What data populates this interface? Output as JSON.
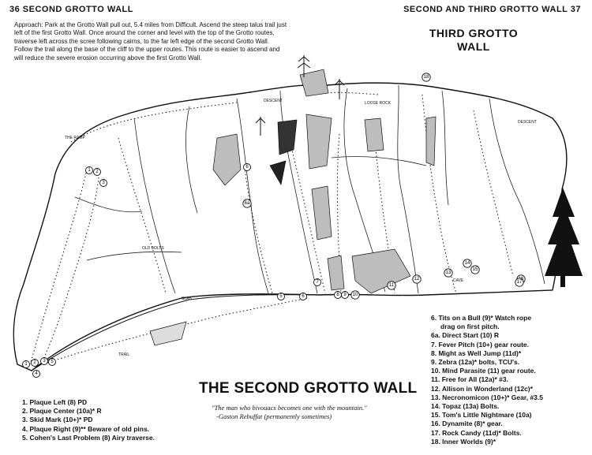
{
  "header": {
    "left": "36  SECOND GROTTO WALL",
    "right": "SECOND AND THIRD GROTTO WALL  37"
  },
  "approach": "Approach: Park at the Grotto Wall pull out, 5.4 miles from Difficult. Ascend the steep talus trail just left of the first Grotto Wall. Once around the corner and level with the top of the Grotto routes, traverse left across the scree following cairns, to the far left edge of the second Grotto Wall. Follow the trail along the base of the cliff to the upper routes. This route is easier to ascend and will reduce the severe erosion occurring above the first Grotto Wall.",
  "third_wall": {
    "line1": "THIRD GROTTO",
    "line2": "WALL"
  },
  "main_title": "THE SECOND GROTTO WALL",
  "quote": {
    "line1": "\"The man who bivouacs becomes one with the mountain.\"",
    "line2": "-Gaston Rebuffat (permanently sometimes)"
  },
  "map_labels": {
    "descent_left": "DESCENT",
    "descent_right": "DESCENT",
    "the_ramp": "THE RAMP",
    "old_bolts": "OLD BOLTS",
    "slab": "SLAB",
    "trail": "TRAIL",
    "cave": "CAVE",
    "loose_rock": "LOOSE ROCK"
  },
  "routes_left": [
    "1.  Plaque Left (8) PD",
    "2.  Plaque Center (10a)* R",
    "3.  Skid Mark (10+)* PD",
    "4.  Plaque Right (9)** Beware of old pins.",
    "5.  Cohen's Last Problem (8) Airy traverse."
  ],
  "routes_right": [
    "6.  Tits on a Bull (9)* Watch rope",
    "drag on first pitch.",
    "6a. Direct Start (10) R",
    "7.  Fever Pitch (10+) gear route.",
    "8.  Might as Well Jump (11d)*",
    "9.  Zebra (12a)* bolts, TCU's.",
    "10. Mind Parasite (11) gear route.",
    "11. Free for All (12a)* #3.",
    "12. Allison in Wonderland (12c)*",
    "13. Necronomicon (10+)*  Gear, #3.5",
    "14. Topaz (13a)  Bolts.",
    "15. Tom's Little Nightmare (10a)",
    "16. Dynamite (8)* gear.",
    "17. Rock Candy (11d)* Bolts.",
    "18. Inner Worlds (9)*"
  ],
  "markers": [
    "1",
    "2",
    "3",
    "4",
    "5",
    "6",
    "7",
    "8",
    "9",
    "10",
    "11",
    "12",
    "13",
    "14",
    "15",
    "16",
    "17",
    "18",
    "6a"
  ]
}
